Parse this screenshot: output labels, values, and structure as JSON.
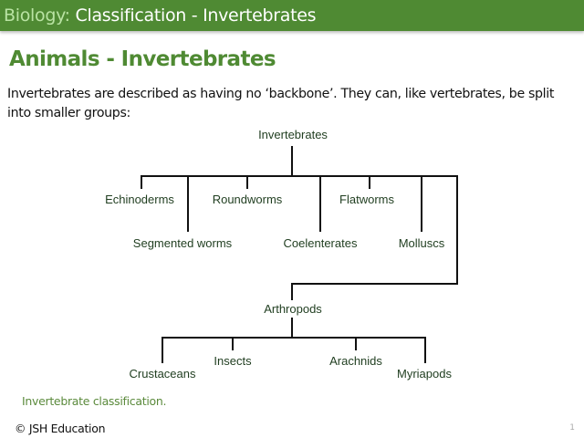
{
  "header": {
    "subject": "Biology:",
    "topic": "Classification - Invertebrates",
    "background_color": "#4f8a33"
  },
  "page_title": "Animals - Invertebrates",
  "intro_text": "Invertebrates are described as having no ‘backbone’. They can, like vertebrates, be split into smaller groups:",
  "diagram": {
    "root": "Invertebrates",
    "groups": [
      "Echinoderms",
      "Segmented worms",
      "Roundworms",
      "Coelenterates",
      "Flatworms",
      "Molluscs",
      "Arthropods"
    ],
    "arthropods": {
      "label": "Arthropods",
      "children": [
        "Crustaceans",
        "Insects",
        "Arachnids",
        "Myriapods"
      ]
    }
  },
  "caption": "Invertebrate classification.",
  "footer": {
    "copyright": "© JSH Education",
    "page_number": "1"
  }
}
